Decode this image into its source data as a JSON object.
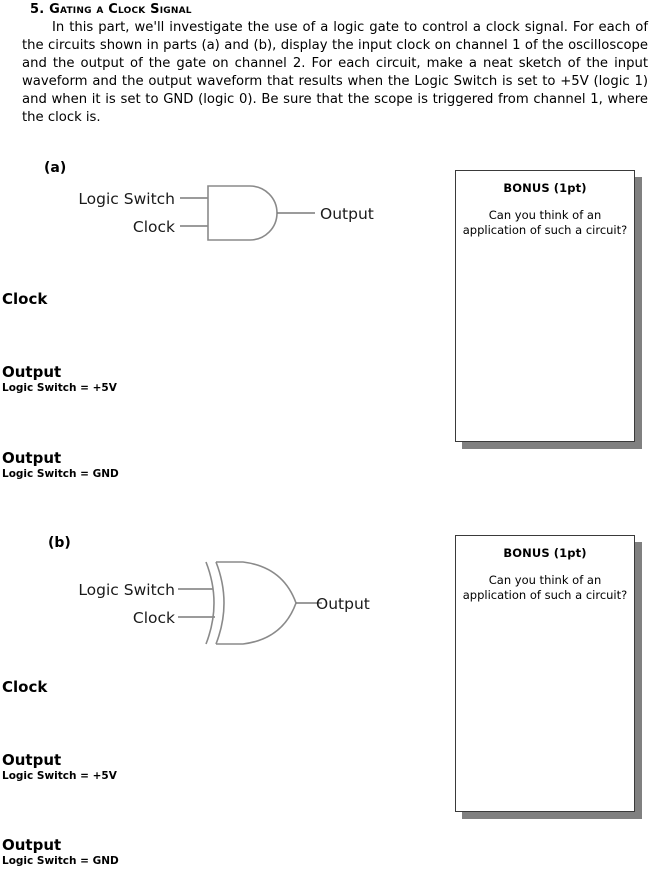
{
  "document": {
    "heading": "5. Gating a Clock Signal",
    "intro_paragraph": "In this part, we'll investigate the use of a logic gate to control a clock signal. For each of the circuits shown in parts (a) and (b), display the input clock on channel 1 of the oscilloscope and the output of the gate on channel 2. For each circuit, make a neat sketch of the input waveform and the output waveform that results when the Logic Switch is set to +5V (logic 1) and when it is set to GND (logic 0). Be sure that the scope is triggered from channel 1, where the clock is."
  },
  "parts": [
    {
      "label": "(a)",
      "gate_type": "AND",
      "inputs": [
        {
          "name": "Logic Switch"
        },
        {
          "name": "Clock"
        }
      ],
      "output": "Output",
      "waveforms": [
        {
          "title": "Clock",
          "subtitle": ""
        },
        {
          "title": "Output",
          "subtitle": "Logic Switch = +5V"
        },
        {
          "title": "Output",
          "subtitle": "Logic Switch = GND"
        }
      ],
      "bonus": {
        "title": "BONUS (1pt)",
        "text": "Can you think of an application of such a circuit?"
      }
    },
    {
      "label": "(b)",
      "gate_type": "XOR",
      "inputs": [
        {
          "name": "Logic Switch"
        },
        {
          "name": "Clock"
        }
      ],
      "output": "Output",
      "waveforms": [
        {
          "title": "Clock",
          "subtitle": ""
        },
        {
          "title": "Output",
          "subtitle": "Logic Switch = +5V"
        },
        {
          "title": "Output",
          "subtitle": "Logic Switch = GND"
        }
      ],
      "bonus": {
        "title": "BONUS (1pt)",
        "text": "Can you think of an application of such a circuit?"
      }
    }
  ],
  "colors": {
    "text": "#000000",
    "wire": "#7a7a7a",
    "gate_outline": "#8a8a8a",
    "box_border": "#3a3a3a",
    "box_shadow": "#808080",
    "page_background": "#ffffff"
  }
}
